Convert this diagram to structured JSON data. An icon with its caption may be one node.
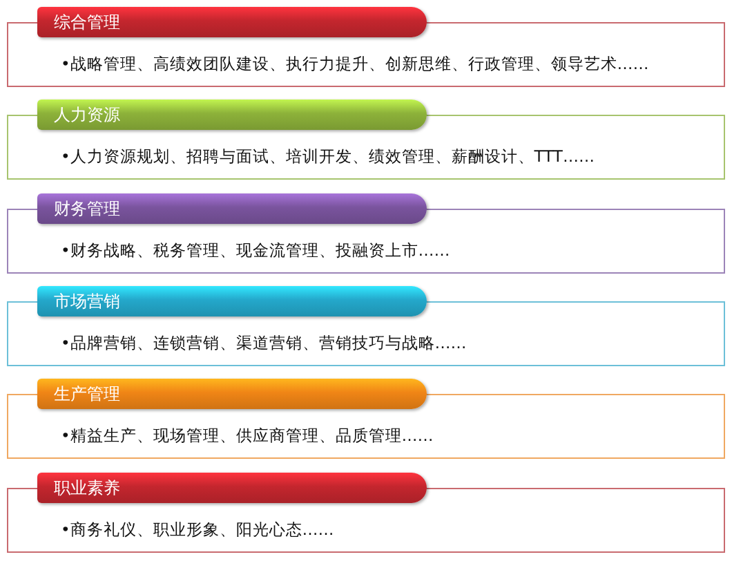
{
  "diagram": {
    "nodes": [
      {
        "text": [
          "综合管理"
        ]
      },
      {
        "text": [
          "•战略管理、高绩效团队建设、执行力提升、创新思维、行政管理、领导艺术……"
        ]
      },
      {
        "text": [
          "人力资源"
        ]
      },
      {
        "text": [
          "•人力资源规划、招聘与面试、培训开发、绩效管理、薪酬设计、TTT……"
        ]
      },
      {
        "text": [
          "财务管理"
        ]
      },
      {
        "text": [
          "•财务战略、税务管理、现金流管理、投融资上市……"
        ]
      },
      {
        "text": [
          "市场营销"
        ]
      },
      {
        "text": [
          "•品牌营销、连锁营销、渠道营销、营销技巧与战略……"
        ]
      },
      {
        "text": [
          "生产管理"
        ]
      },
      {
        "text": [
          "•精益生产、现场管理、供应商管理、品质管理……"
        ]
      },
      {
        "text": [
          "职业素养"
        ]
      },
      {
        "text": [
          "•商务礼仪、职业形象、阳光心态……"
        ]
      }
    ]
  }
}
